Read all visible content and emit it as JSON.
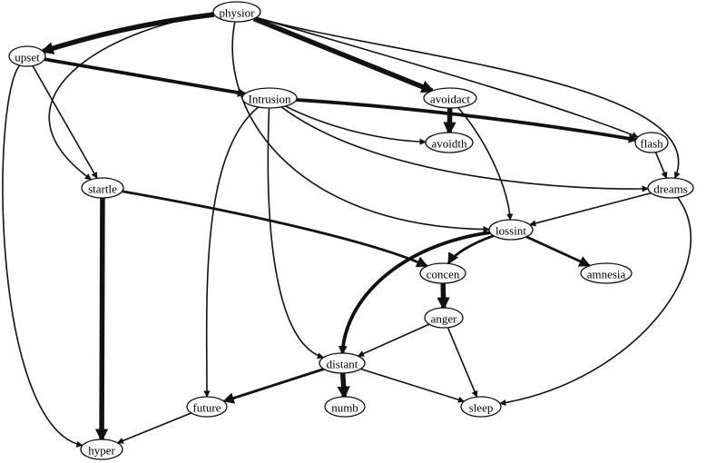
{
  "graph": {
    "nodes": [
      {
        "id": "physior",
        "label": "physior"
      },
      {
        "id": "upset",
        "label": "upset"
      },
      {
        "id": "Intrusion",
        "label": "Intrusion"
      },
      {
        "id": "avoidact",
        "label": "avoidact"
      },
      {
        "id": "avoidth",
        "label": "avoidth"
      },
      {
        "id": "flash",
        "label": "flash"
      },
      {
        "id": "startle",
        "label": "startle"
      },
      {
        "id": "dreams",
        "label": "dreams"
      },
      {
        "id": "lossint",
        "label": "lossint"
      },
      {
        "id": "concen",
        "label": "concen"
      },
      {
        "id": "amnesia",
        "label": "amnesia"
      },
      {
        "id": "anger",
        "label": "anger"
      },
      {
        "id": "distant",
        "label": "distant"
      },
      {
        "id": "future",
        "label": "future"
      },
      {
        "id": "numb",
        "label": "numb"
      },
      {
        "id": "sleep",
        "label": "sleep"
      },
      {
        "id": "hyper",
        "label": "hyper"
      }
    ],
    "edges": [
      {
        "from": "physior",
        "to": "upset",
        "weight": "very-thick"
      },
      {
        "from": "physior",
        "to": "avoidact",
        "weight": "very-thick"
      },
      {
        "from": "physior",
        "to": "flash",
        "weight": "normal"
      },
      {
        "from": "physior",
        "to": "dreams",
        "weight": "normal"
      },
      {
        "from": "physior",
        "to": "startle",
        "weight": "normal"
      },
      {
        "from": "physior",
        "to": "lossint",
        "weight": "normal"
      },
      {
        "from": "upset",
        "to": "Intrusion",
        "weight": "thick"
      },
      {
        "from": "upset",
        "to": "startle",
        "weight": "normal"
      },
      {
        "from": "upset",
        "to": "hyper",
        "weight": "normal"
      },
      {
        "from": "Intrusion",
        "to": "flash",
        "weight": "thick"
      },
      {
        "from": "Intrusion",
        "to": "avoidth",
        "weight": "normal"
      },
      {
        "from": "Intrusion",
        "to": "dreams",
        "weight": "normal"
      },
      {
        "from": "Intrusion",
        "to": "distant",
        "weight": "normal"
      },
      {
        "from": "Intrusion",
        "to": "future",
        "weight": "normal"
      },
      {
        "from": "avoidact",
        "to": "avoidth",
        "weight": "very-thick"
      },
      {
        "from": "avoidact",
        "to": "lossint",
        "weight": "normal"
      },
      {
        "from": "flash",
        "to": "dreams",
        "weight": "normal"
      },
      {
        "from": "dreams",
        "to": "lossint",
        "weight": "normal"
      },
      {
        "from": "dreams",
        "to": "sleep",
        "weight": "normal"
      },
      {
        "from": "startle",
        "to": "hyper",
        "weight": "very-thick"
      },
      {
        "from": "startle",
        "to": "concen",
        "weight": "medium"
      },
      {
        "from": "lossint",
        "to": "concen",
        "weight": "medium"
      },
      {
        "from": "lossint",
        "to": "amnesia",
        "weight": "medium"
      },
      {
        "from": "lossint",
        "to": "distant",
        "weight": "thick"
      },
      {
        "from": "concen",
        "to": "anger",
        "weight": "very-thick"
      },
      {
        "from": "anger",
        "to": "distant",
        "weight": "normal"
      },
      {
        "from": "anger",
        "to": "sleep",
        "weight": "normal"
      },
      {
        "from": "distant",
        "to": "future",
        "weight": "medium"
      },
      {
        "from": "distant",
        "to": "numb",
        "weight": "very-thick"
      },
      {
        "from": "distant",
        "to": "sleep",
        "weight": "normal"
      },
      {
        "from": "future",
        "to": "hyper",
        "weight": "normal"
      }
    ]
  }
}
